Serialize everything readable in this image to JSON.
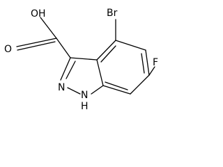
{
  "molecule": {
    "labels": {
      "hydroxyl": "OH",
      "carbonyl_oxygen": "O",
      "bromine": "Br",
      "fluorine": "F",
      "ring_nitrogen": "N",
      "nh_nitrogen": "N",
      "nh_hydrogen": "H"
    },
    "colors": {
      "bond": "#000000",
      "label": "#000000",
      "background": "#ffffff"
    }
  }
}
